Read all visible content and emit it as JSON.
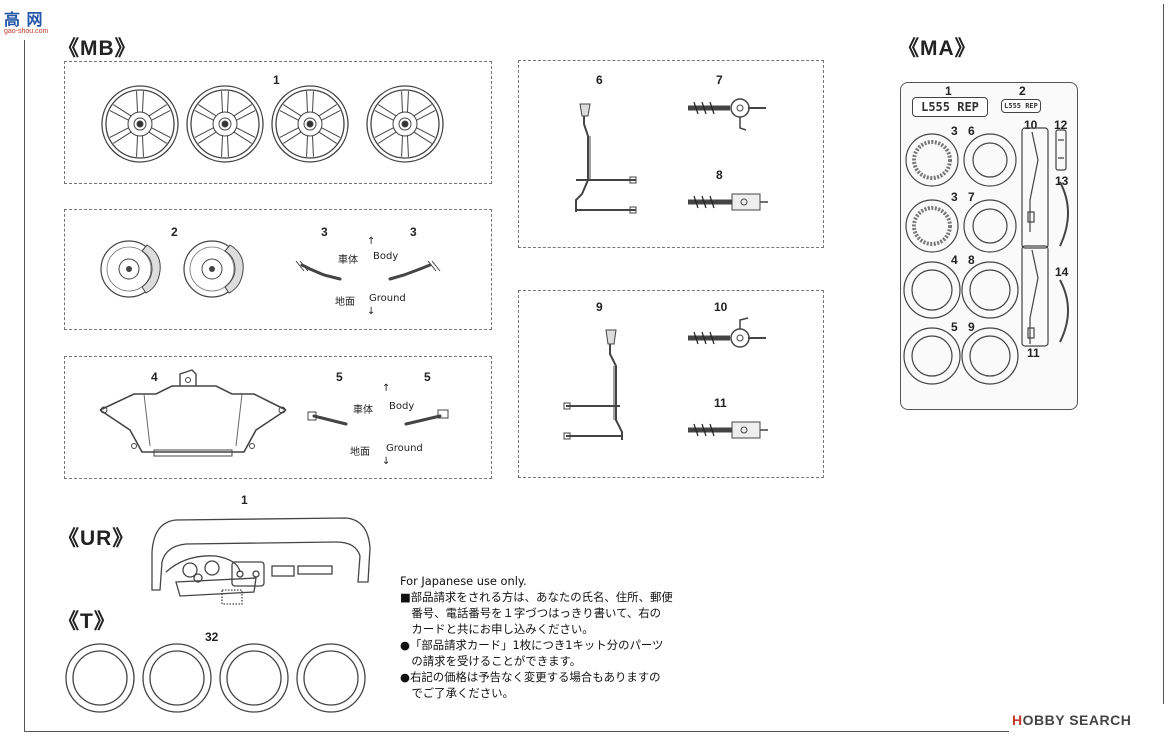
{
  "logo": {
    "main": "高  网",
    "sub": "gao-shou.com"
  },
  "sections": {
    "mb": "《MB》",
    "ma": "《MA》",
    "ur": "《UR》",
    "t": "《T》"
  },
  "mb_parts": {
    "wheels": "1",
    "brakes": "2",
    "arm_left": "3",
    "arm_right": "3",
    "crossmember": "4",
    "link_left": "5",
    "link_right": "5",
    "knuckle_front": "6",
    "shock_front": "7",
    "arm_front": "8",
    "knuckle_rear": "9",
    "shock_rear": "10",
    "arm_rear": "11"
  },
  "orientation": {
    "body_jp": "車体",
    "body_en": "Body",
    "ground_jp": "地面",
    "ground_en": "Ground",
    "up": "↑",
    "down": "↓"
  },
  "ur_parts": {
    "dashboard": "1"
  },
  "t_parts": {
    "tires": "32"
  },
  "ma_parts": {
    "n1": "1",
    "n2": "2",
    "n3a": "3",
    "n6": "6",
    "n3b": "3",
    "n7": "7",
    "n4": "4",
    "n8": "8",
    "n5": "5",
    "n9": "9",
    "n10": "10",
    "n11": "11",
    "n12": "12",
    "n13": "13",
    "n14": "14",
    "plate_large": "L555 REP",
    "plate_small": "L555 REP"
  },
  "note": {
    "lines": [
      "For Japanese use only.",
      "■部品請求をされる方は、あなたの氏名、住所、郵便",
      "　番号、電話番号を１字づつはっきり書いて、右の",
      "　カードと共にお申し込みください。",
      "●「部品請求カード」1枚につき1キット分のパーツ",
      "　の請求を受けることができます。",
      "●右記の価格は予告なく変更する場合もありますの",
      "　でご了承ください。"
    ]
  },
  "watermark": {
    "prefix": "H",
    "text": "OBBY SEARCH"
  }
}
